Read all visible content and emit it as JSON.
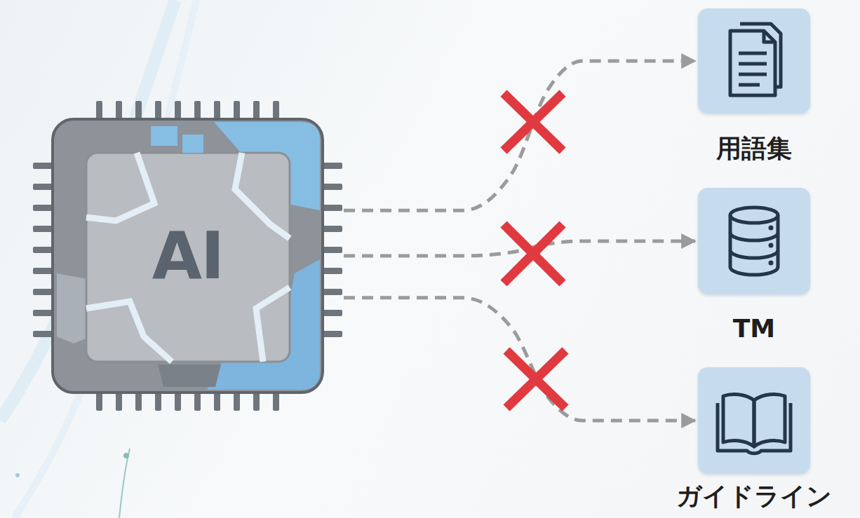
{
  "diagram": {
    "nodes": [
      {
        "text": [
          "AI"
        ]
      },
      {
        "text": [
          "用語集"
        ]
      },
      {
        "text": [
          "TM"
        ]
      },
      {
        "text": [
          "ガイドライン"
        ]
      }
    ],
    "edges": [
      {
        "from": 0,
        "to": 1,
        "arrow": "to"
      },
      {
        "from": 0,
        "to": 2,
        "arrow": "to"
      },
      {
        "from": 0,
        "to": 3,
        "arrow": "to"
      }
    ]
  }
}
